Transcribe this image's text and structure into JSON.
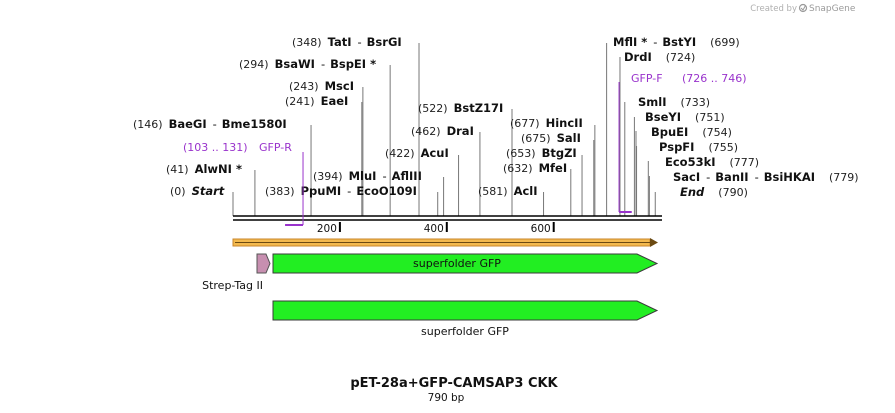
{
  "credit": {
    "prefix": "Created by",
    "brand": "SnapGene"
  },
  "title": "pET-28a+GFP-CAMSAP3 CKK",
  "subtitle": "790 bp",
  "sequence_length": 790,
  "axis_ticks": [
    {
      "value": 200,
      "label": "200"
    },
    {
      "value": 400,
      "label": "400"
    },
    {
      "value": 600,
      "label": "600"
    }
  ],
  "sites_left": [
    {
      "pos": 0,
      "pos_label": "(0)",
      "name": "Start",
      "italic": true
    },
    {
      "pos": 41,
      "pos_label": "(41)",
      "name": "AlwNI *"
    },
    {
      "pos": 146,
      "pos_label": "(146)",
      "name": "BaeGI",
      "name2": "Bme1580I"
    },
    {
      "pos": 241,
      "pos_label": "(241)",
      "name": "EaeI"
    },
    {
      "pos": 243,
      "pos_label": "(243)",
      "name": "MscI"
    },
    {
      "pos": 294,
      "pos_label": "(294)",
      "name": "BsaWI",
      "name2": "BspEI *"
    },
    {
      "pos": 348,
      "pos_label": "(348)",
      "name": "TatI",
      "name2": "BsrGI"
    },
    {
      "pos": 383,
      "pos_label": "(383)",
      "name": "PpuMI",
      "name2": "EcoO109I"
    },
    {
      "pos": 394,
      "pos_label": "(394)",
      "name": "MluI",
      "name2": "AflIII"
    },
    {
      "pos": 422,
      "pos_label": "(422)",
      "name": "AcuI"
    },
    {
      "pos": 462,
      "pos_label": "(462)",
      "name": "DraI"
    },
    {
      "pos": 522,
      "pos_label": "(522)",
      "name": "BstZ17I"
    },
    {
      "pos": 581,
      "pos_label": "(581)",
      "name": "AclI"
    },
    {
      "pos": 632,
      "pos_label": "(632)",
      "name": "MfeI"
    },
    {
      "pos": 653,
      "pos_label": "(653)",
      "name": "BtgZI"
    },
    {
      "pos": 675,
      "pos_label": "(675)",
      "name": "SalI"
    },
    {
      "pos": 677,
      "pos_label": "(677)",
      "name": "HincII"
    }
  ],
  "sites_right": [
    {
      "pos": 699,
      "pos_label": "(699)",
      "name": "MflI *",
      "name2": "BstYI"
    },
    {
      "pos": 724,
      "pos_label": "(724)",
      "name": "DrdI"
    },
    {
      "pos": 733,
      "pos_label": "(733)",
      "name": "SmlI"
    },
    {
      "pos": 751,
      "pos_label": "(751)",
      "name": "BseYI"
    },
    {
      "pos": 754,
      "pos_label": "(754)",
      "name": "BpuEI"
    },
    {
      "pos": 755,
      "pos_label": "(755)",
      "name": "PspFI"
    },
    {
      "pos": 777,
      "pos_label": "(777)",
      "name": "Eco53kI"
    },
    {
      "pos": 779,
      "pos_label": "(779)",
      "name": "SacI",
      "name2": "BanII",
      "name3": "BsiHKAI"
    },
    {
      "pos": 790,
      "pos_label": "(790)",
      "name": "End",
      "italic": true
    }
  ],
  "primers": [
    {
      "name": "GFP-R",
      "range": "(103 .. 131)",
      "start": 103,
      "end": 131,
      "direction": "reverse"
    },
    {
      "name": "GFP-F",
      "range": "(726 .. 746)",
      "start": 726,
      "end": 746,
      "direction": "forward"
    }
  ],
  "features": [
    {
      "name": "superfolder GFP",
      "start": 70,
      "end": 790,
      "color": "#22ee22",
      "row": "main"
    },
    {
      "name": "Strep-Tag II",
      "start": 40,
      "end": 66,
      "color": "#c78fb0",
      "row": "main"
    },
    {
      "name": "superfolder GFP",
      "start": 70,
      "end": 790,
      "color": "#22ee22",
      "row": "translation"
    }
  ],
  "colors": {
    "backbone": "#000000",
    "orf": "#f3b94e",
    "feature": "#22ee22",
    "tag": "#c78fb0",
    "primer": "#9933cc"
  }
}
